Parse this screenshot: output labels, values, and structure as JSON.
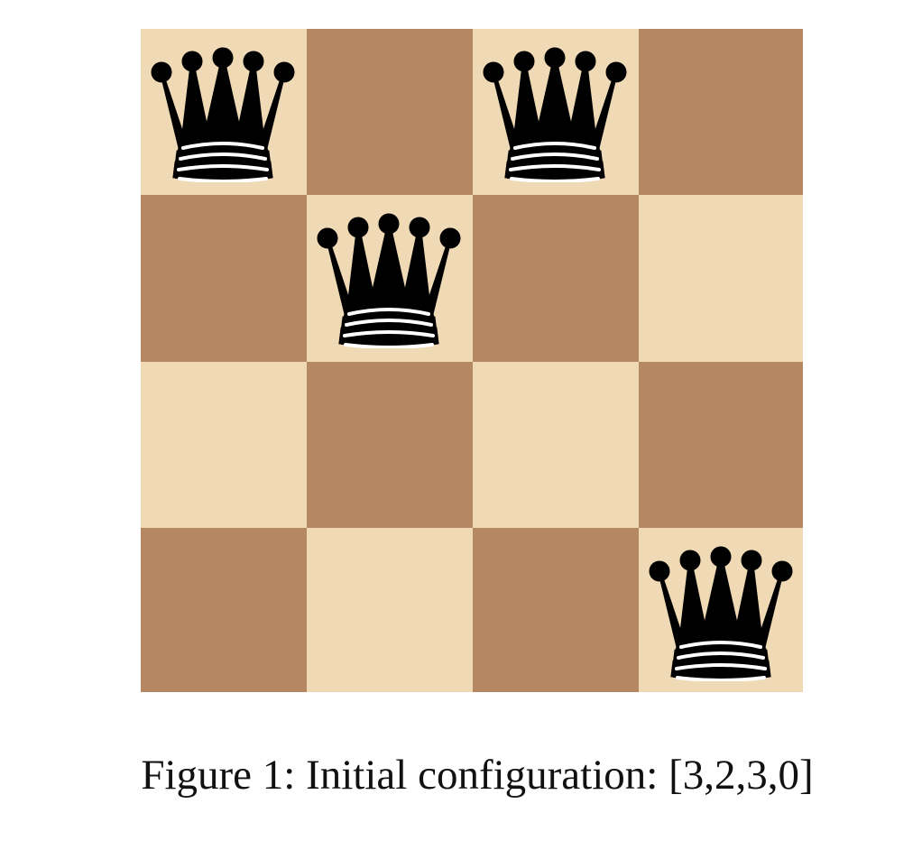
{
  "board": {
    "size": 4,
    "light_color": "#f0d9b5",
    "dark_color": "#b58863",
    "piece": "black-queen-icon",
    "queens": [
      {
        "row": 0,
        "col": 0
      },
      {
        "row": 0,
        "col": 2
      },
      {
        "row": 1,
        "col": 1
      },
      {
        "row": 3,
        "col": 3
      }
    ]
  },
  "caption": "Figure 1: Initial configuration: [3,2,3,0]"
}
